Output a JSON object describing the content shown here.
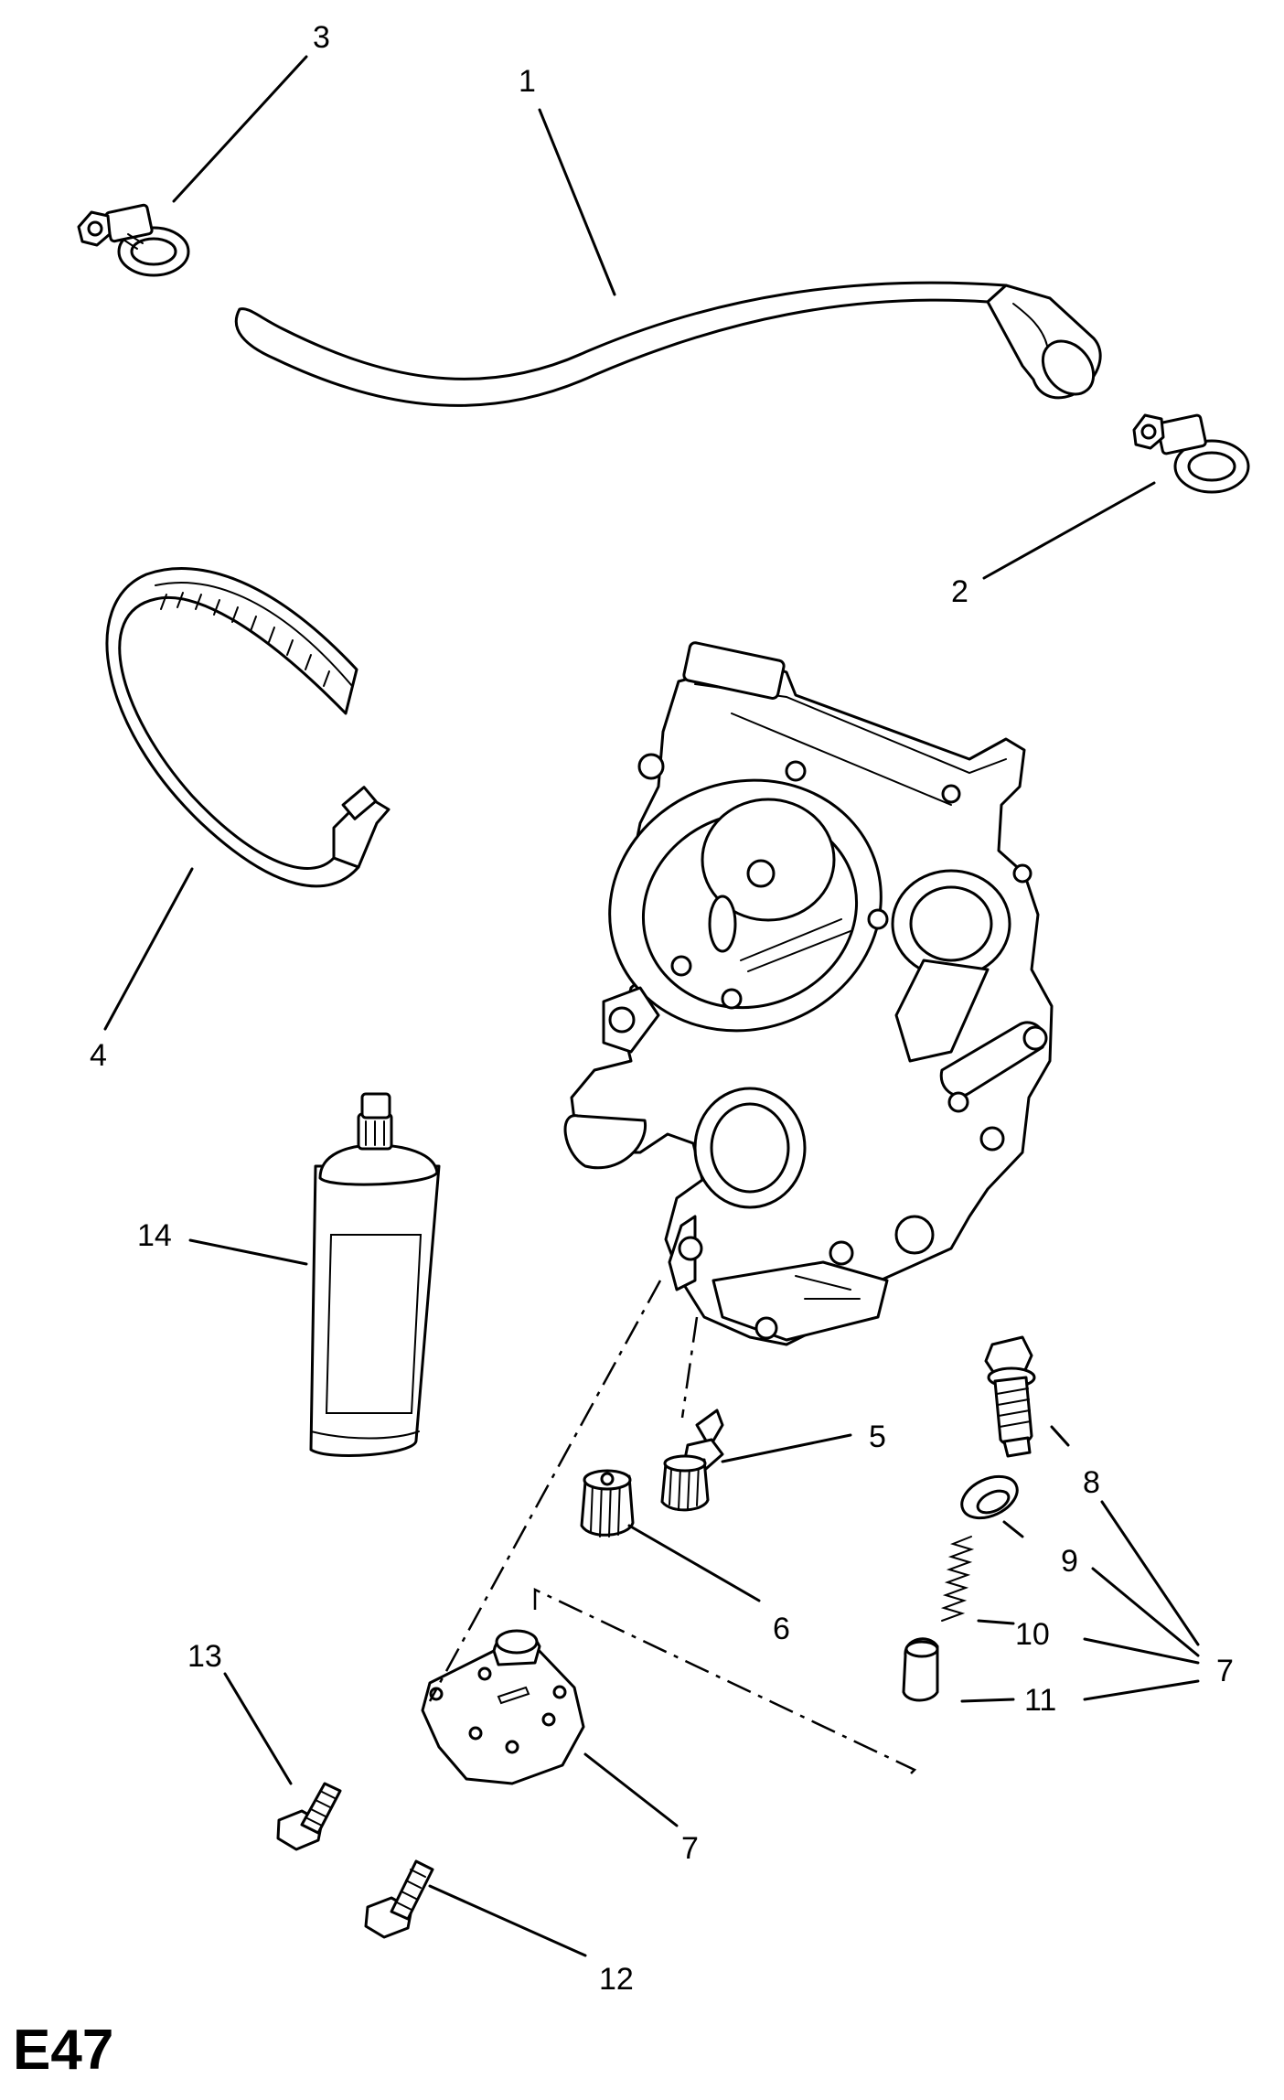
{
  "diagram": {
    "code": "E47",
    "callouts": {
      "c1": "1",
      "c2": "2",
      "c3": "3",
      "c4": "4",
      "c5": "5",
      "c6": "6",
      "c7a": "7",
      "c7b": "7",
      "c8": "8",
      "c9": "9",
      "c10": "10",
      "c11": "11",
      "c12": "12",
      "c13": "13",
      "c14": "14"
    }
  }
}
